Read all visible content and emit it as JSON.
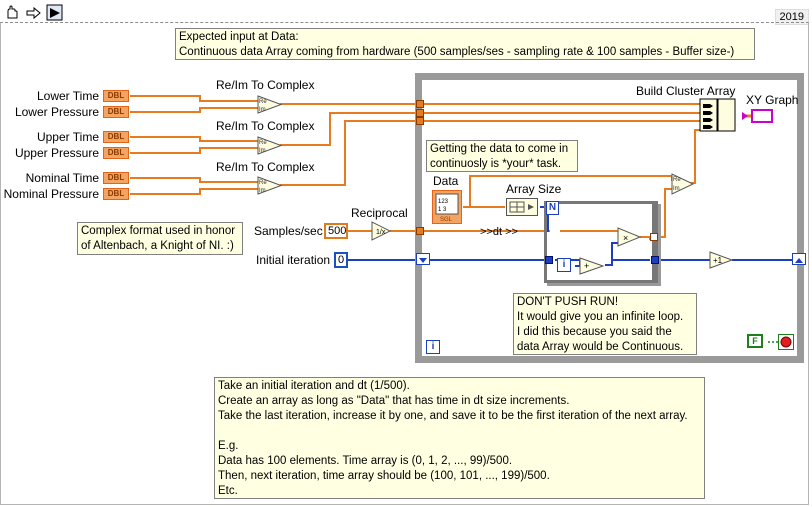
{
  "version": "2019",
  "toolbar": {
    "icons": [
      "hand-icon",
      "step-arrow-icon",
      "run-arrow-icon"
    ]
  },
  "controls": {
    "lower_time": "Lower Time",
    "lower_pressure": "Lower Pressure",
    "upper_time": "Upper Time",
    "upper_pressure": "Upper Pressure",
    "nominal_time": "Nominal Time",
    "nominal_pressure": "Nominal Pressure",
    "samples_sec": "Samples/sec",
    "samples_value": "500",
    "initial_iteration": "Initial iteration",
    "initial_value": "0",
    "dbl_tag": "DBL"
  },
  "functions": {
    "reim1": "Re/Im To Complex",
    "reim2": "Re/Im To Complex",
    "reim3": "Re/Im To Complex",
    "reciprocal": "Reciprocal",
    "build_cluster_array": "Build Cluster Array",
    "xy_graph": "XY Graph",
    "data": "Data",
    "array_size": "Array Size",
    "dt_label": ">>dt >>",
    "n_terminal": "N",
    "i_terminal": "i",
    "increment": "+1",
    "false_const": "F"
  },
  "notes": {
    "expected_input": [
      "Expected input at Data:",
      "Continuous data Array coming from hardware (500 samples/ses - sampling rate & 100 samples - Buffer size-)"
    ],
    "getting_data": [
      "Getting the data to come in",
      "continuosly is *your* task."
    ],
    "complex_format": [
      "Complex format used in honor",
      "of Altenbach, a Knight of NI. :)"
    ],
    "dont_push": [
      "DON'T PUSH RUN!",
      "It would give you an infinite loop.",
      "I did this because you said the",
      "data Array would be Continuous."
    ],
    "explanation": [
      "Take an initial iteration and dt (1/500).",
      "Create an array as long as \"Data\" that has time in dt size increments.",
      "Take the last iteration, increase it by one, and save it to be the first iteration of the next array.",
      "",
      "E.g.",
      "Data has 100 elements. Time array is (0, 1, 2, ..., 99)/500.",
      "Then, next iteration, time array should be (100, 101, ..., 199)/500.",
      "Etc."
    ]
  },
  "colors": {
    "dbl_wire": "#e67c1f",
    "int_wire": "#1c3fbf",
    "note_bg": "#ffffe1",
    "loop_border": "#9a9a9a"
  }
}
